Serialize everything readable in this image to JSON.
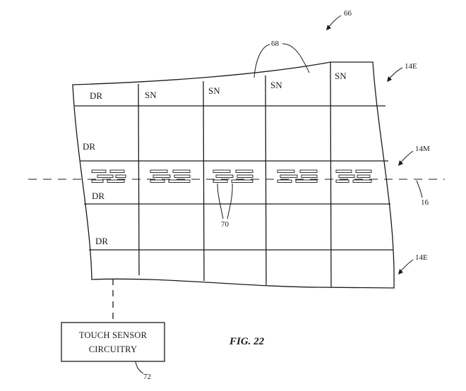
{
  "references": {
    "device": "66",
    "conductive_lines": "68",
    "edge_region": "14E",
    "middle_region": "14M",
    "bend_axis": "16",
    "segments": "70",
    "circuitry": "72"
  },
  "labels": {
    "drive": "DR",
    "sense": "SN"
  },
  "touch_box": {
    "line1": "TOUCH SENSOR",
    "line2": "CIRCUITRY"
  },
  "caption": "FIG. 22"
}
